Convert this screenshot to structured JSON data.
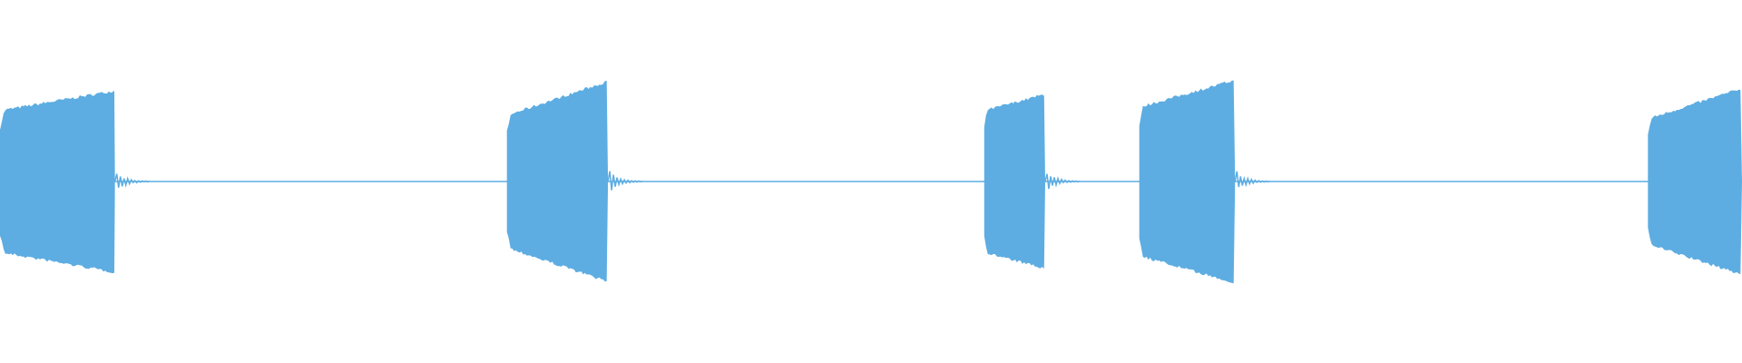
{
  "colors": {
    "background": "#ffffff",
    "waveform": "#5dade2"
  },
  "waveform": {
    "bursts": [
      {
        "start_frac": 0.0,
        "end_frac": 0.066,
        "amp_start": 0.6,
        "amp_end": 0.77
      },
      {
        "start_frac": 0.291,
        "end_frac": 0.349,
        "amp_start": 0.56,
        "amp_end": 0.85
      },
      {
        "start_frac": 0.565,
        "end_frac": 0.6,
        "amp_start": 0.6,
        "amp_end": 0.74
      },
      {
        "start_frac": 0.654,
        "end_frac": 0.709,
        "amp_start": 0.63,
        "amp_end": 0.86
      },
      {
        "start_frac": 0.946,
        "end_frac": 1.0,
        "amp_start": 0.53,
        "amp_end": 0.79
      }
    ]
  }
}
